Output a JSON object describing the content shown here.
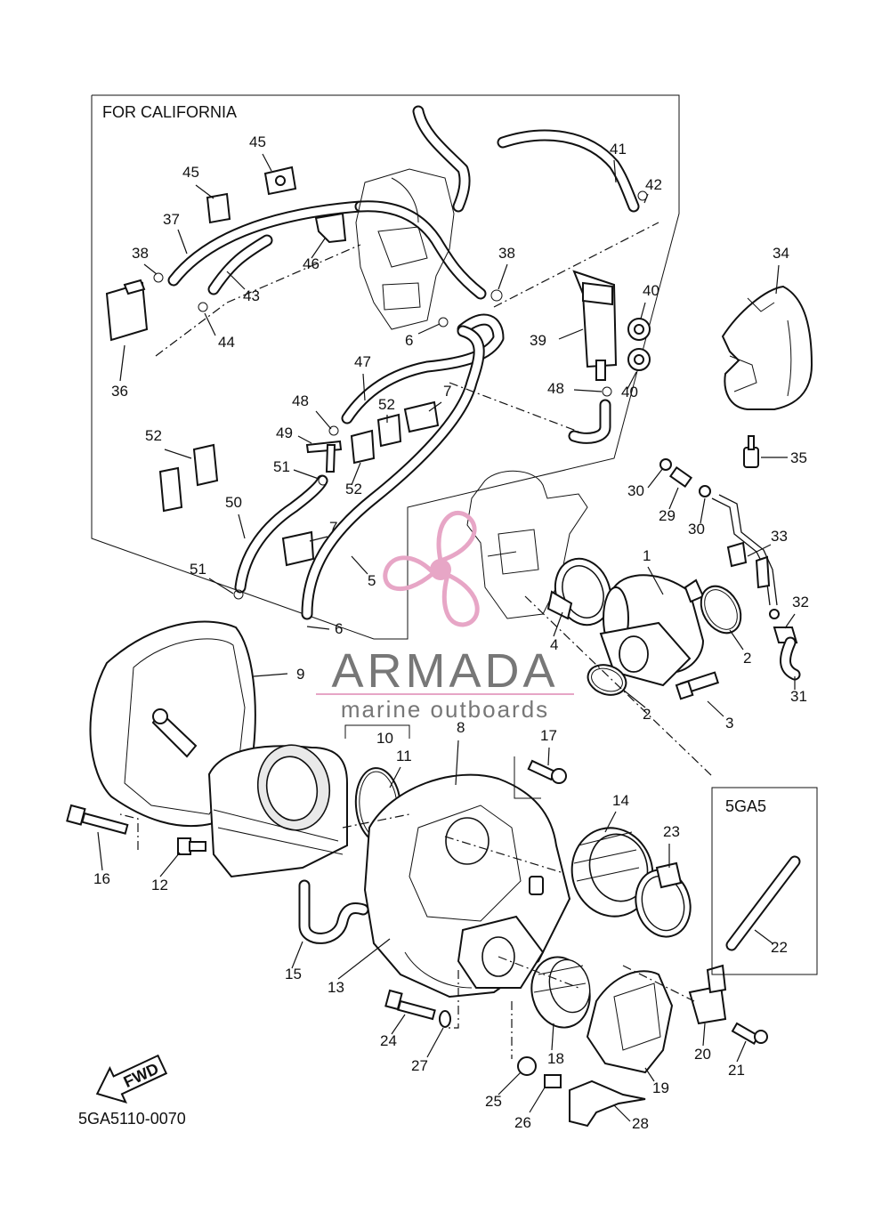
{
  "diagram": {
    "inset_title": "FOR CALIFORNIA",
    "variant_box_label": "5GA5",
    "drawing_code": "5GA5110-0070",
    "fwd_arrow_text": "FWD"
  },
  "watermark": {
    "brand": "ARMADA",
    "tagline": "marine outboards",
    "accent_color": "#e7a6c6"
  },
  "callouts": [
    "1",
    "2",
    "2",
    "3",
    "4",
    "5",
    "6",
    "6",
    "7",
    "7",
    "8",
    "9",
    "10",
    "11",
    "12",
    "13",
    "14",
    "15",
    "16",
    "17",
    "18",
    "19",
    "20",
    "21",
    "22",
    "23",
    "24",
    "25",
    "26",
    "27",
    "28",
    "29",
    "30",
    "30",
    "31",
    "32",
    "33",
    "34",
    "35",
    "36",
    "37",
    "38",
    "38",
    "39",
    "40",
    "40",
    "41",
    "42",
    "43",
    "44",
    "45",
    "45",
    "46",
    "47",
    "48",
    "48",
    "49",
    "50",
    "51",
    "51",
    "52",
    "52",
    "52"
  ]
}
